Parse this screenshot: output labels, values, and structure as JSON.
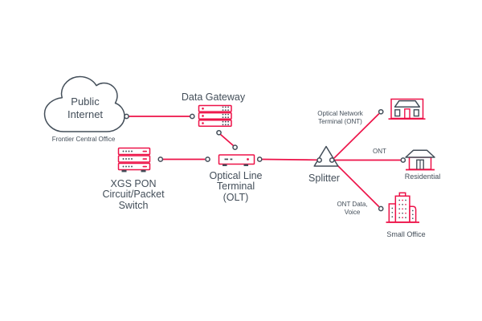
{
  "colors": {
    "accent_red": "#ED1248",
    "ink": "#434E59",
    "background": "#FFFFFF"
  },
  "diagram": {
    "cloud": {
      "label": [
        "Public",
        "Internet"
      ],
      "caption": "Frontier Central Office"
    },
    "data_gateway": {
      "label": "Data Gateway"
    },
    "xgs_switch": {
      "label": [
        "XGS PON",
        "Circuit/Packet",
        "Switch"
      ]
    },
    "olt": {
      "label": [
        "Optical Line",
        "Terminal",
        "(OLT)"
      ]
    },
    "splitter": {
      "label": "Splitter"
    },
    "links": {
      "office_link": [
        "Optical Network",
        "Terminal (ONT)"
      ],
      "residential_link": "ONT",
      "small_office_link": [
        "ONT Data,",
        "Voice"
      ]
    },
    "endpoints": {
      "residential": "Residential",
      "small_office": "Small Office"
    },
    "icons": [
      "cloud-icon",
      "server-stack-icon",
      "switch-stack-icon",
      "olt-device-icon",
      "splitter-triangle-icon",
      "office-building-icon",
      "house-icon",
      "small-office-building-icon",
      "connector-dot-icon"
    ]
  }
}
